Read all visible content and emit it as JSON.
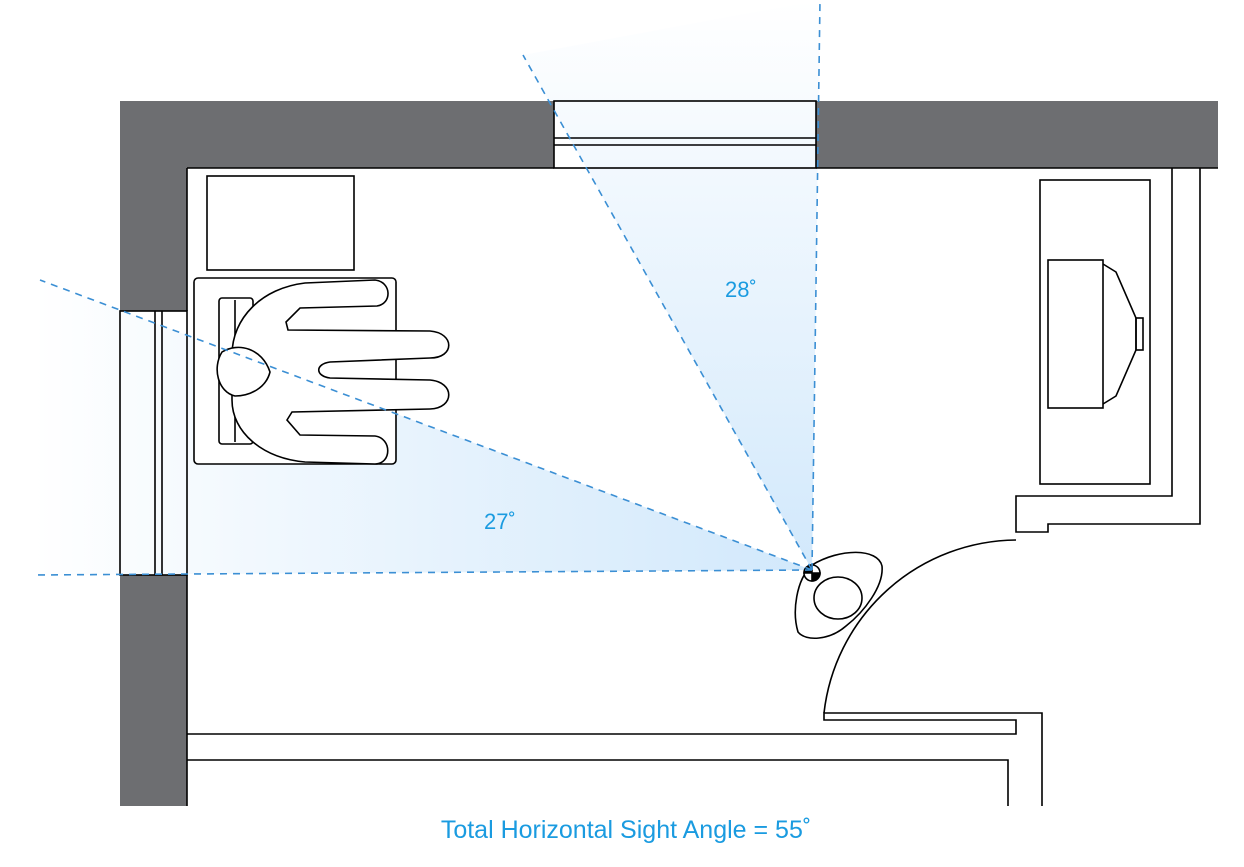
{
  "diagram": {
    "angle_top": "28˚",
    "angle_left": "27˚",
    "caption": "Total Horizontal Sight Angle = 55˚"
  },
  "colors": {
    "wall": "#6d6e71",
    "line": "#000000",
    "sight_line": "#3b8fd4",
    "label": "#1a9be0",
    "cone_fill": "#cfe7fb"
  },
  "icons": [
    "seated-person-icon",
    "standing-person-icon",
    "chair-icon",
    "side-table-icon",
    "cabinet-icon",
    "door-swing-icon"
  ]
}
